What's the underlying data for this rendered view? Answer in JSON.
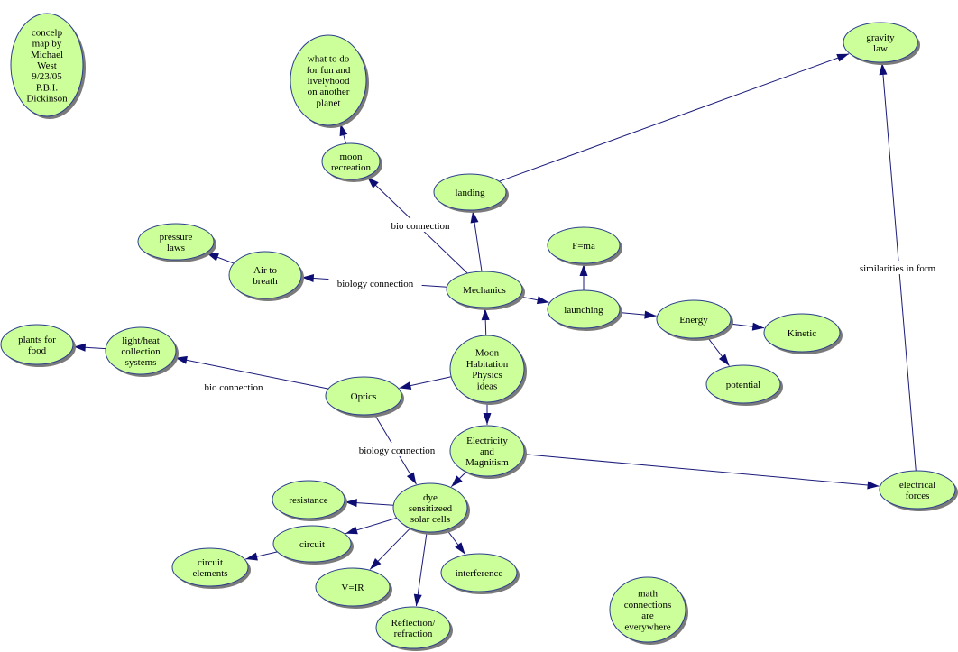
{
  "nodes": {
    "author": {
      "label": "concelp\nmap by\nMichael\nWest\n9/23/05\nP.B.I.\nDickinson"
    },
    "fun": {
      "label": "what to do\nfor fun and\nlivelyhood\non another\nplanet"
    },
    "gravity": {
      "label": "gravity\nlaw"
    },
    "recreation": {
      "label": "moon\nrecreation"
    },
    "landing": {
      "label": "landing"
    },
    "pressure": {
      "label": "pressure\nlaws"
    },
    "air": {
      "label": "Air to\nbreath"
    },
    "fma": {
      "label": "F=ma"
    },
    "mechanics": {
      "label": "Mechanics"
    },
    "launching": {
      "label": "launching"
    },
    "energy": {
      "label": "Energy"
    },
    "kinetic": {
      "label": "Kinetic"
    },
    "plants": {
      "label": "plants for\nfood"
    },
    "light": {
      "label": "light/heat\ncollection\nsystems"
    },
    "moon": {
      "label": "Moon\nHabitation\nPhysics\nideas"
    },
    "potential": {
      "label": "potential"
    },
    "optics": {
      "label": "Optics"
    },
    "electricity": {
      "label": "Electricity\nand\nMagnitism"
    },
    "electrical": {
      "label": "electrical\nforces"
    },
    "resistance": {
      "label": "resistance"
    },
    "dye": {
      "label": "dye\nsensitizeed\nsolar cells"
    },
    "circuit": {
      "label": "circuit"
    },
    "elements": {
      "label": "circuit\nelements"
    },
    "interference": {
      "label": "interference"
    },
    "vir": {
      "label": "V=IR"
    },
    "math": {
      "label": "math\nconnections\nare\neverywhere"
    },
    "reflection": {
      "label": "Reflection/\nrefraction"
    }
  },
  "link_labels": {
    "bio_connection_recreation": "bio connection",
    "biology_connection_air": "biology connection",
    "bio_connection_light": "bio connection",
    "biology_connection_dye": "biology connection",
    "similarities": "similarities in form"
  },
  "links": [
    {
      "from": "mechanics",
      "to": "recreation",
      "label": "bio_connection_recreation"
    },
    {
      "from": "recreation",
      "to": "fun"
    },
    {
      "from": "mechanics",
      "to": "landing"
    },
    {
      "from": "landing",
      "to": "gravity"
    },
    {
      "from": "mechanics",
      "to": "air",
      "label": "biology_connection_air"
    },
    {
      "from": "air",
      "to": "pressure"
    },
    {
      "from": "mechanics",
      "to": "launching"
    },
    {
      "from": "launching",
      "to": "fma"
    },
    {
      "from": "launching",
      "to": "energy"
    },
    {
      "from": "energy",
      "to": "kinetic"
    },
    {
      "from": "energy",
      "to": "potential"
    },
    {
      "from": "moon",
      "to": "mechanics"
    },
    {
      "from": "moon",
      "to": "optics"
    },
    {
      "from": "moon",
      "to": "electricity"
    },
    {
      "from": "optics",
      "to": "light",
      "label": "bio_connection_light"
    },
    {
      "from": "light",
      "to": "plants"
    },
    {
      "from": "optics",
      "to": "dye",
      "label": "biology_connection_dye"
    },
    {
      "from": "electricity",
      "to": "dye"
    },
    {
      "from": "electricity",
      "to": "electrical"
    },
    {
      "from": "electrical",
      "to": "gravity",
      "label": "similarities"
    },
    {
      "from": "dye",
      "to": "resistance"
    },
    {
      "from": "dye",
      "to": "circuit"
    },
    {
      "from": "circuit",
      "to": "elements"
    },
    {
      "from": "dye",
      "to": "interference"
    },
    {
      "from": "dye",
      "to": "vir"
    },
    {
      "from": "dye",
      "to": "reflection"
    }
  ],
  "colors": {
    "node_fill": "#ccff99",
    "node_border": "#2b3f8c",
    "arrow": "#0d0d73",
    "shadow": "#7a7a7a"
  }
}
